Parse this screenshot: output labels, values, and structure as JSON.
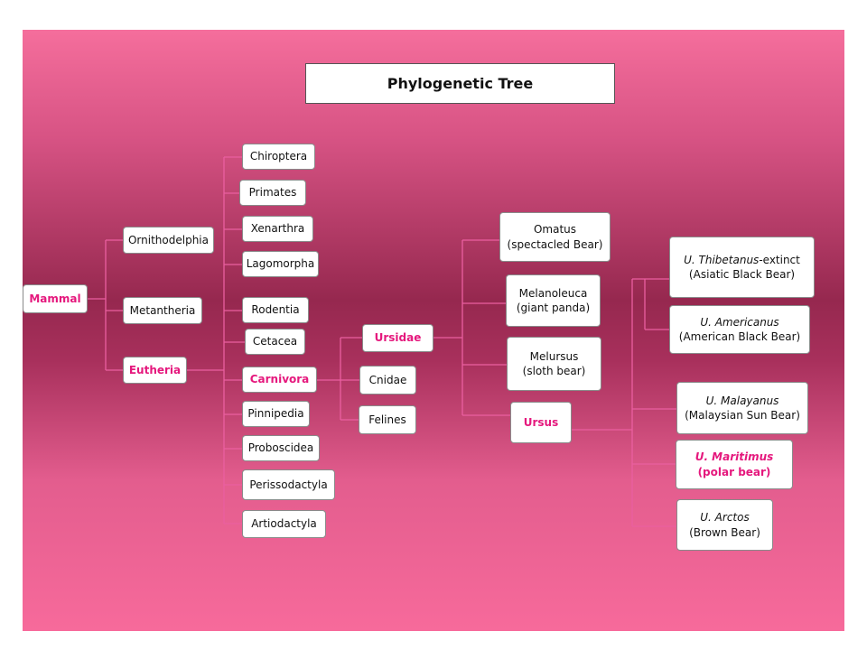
{
  "title": "Phylogenetic Tree",
  "colors": {
    "highlight": "#e5187d",
    "edge": "#ea5fa0"
  },
  "nodes": {
    "mammal": "Mammal",
    "ornithodelphia": "Ornithodelphia",
    "metantheria": "Metantheria",
    "eutheria": "Eutheria",
    "chiroptera": "Chiroptera",
    "primates": "Primates",
    "xenarthra": "Xenarthra",
    "lagomorpha": "Lagomorpha",
    "rodentia": "Rodentia",
    "cetacea": "Cetacea",
    "carnivora": "Carnivora",
    "pinnipedia": "Pinnipedia",
    "proboscidea": "Proboscidea",
    "perissodactyla": "Perissodactyla",
    "artiodactyla": "Artiodactyla",
    "ursidae": "Ursidae",
    "cnidae": "Cnidae",
    "felines": "Felines",
    "omatus": [
      "Omatus",
      "(spectacled Bear)"
    ],
    "melanoleuca": [
      "Melanoleuca",
      "(giant panda)"
    ],
    "melursus": [
      "Melursus",
      "(sloth bear)"
    ],
    "ursus": "Ursus",
    "thibetanus": {
      "name": "U. Thibetanus",
      "suffix": "-extinct",
      "common": "(Asiatic Black Bear)"
    },
    "americanus": {
      "name": "U. Americanus",
      "common": "(American Black Bear)"
    },
    "malayanus": {
      "name": "U. Malayanus",
      "common": "(Malaysian Sun Bear)"
    },
    "maritimus": {
      "name": "U.  Maritimus",
      "common": "(polar bear)"
    },
    "arctos": {
      "name": "U. Arctos",
      "common": "(Brown Bear)"
    }
  }
}
